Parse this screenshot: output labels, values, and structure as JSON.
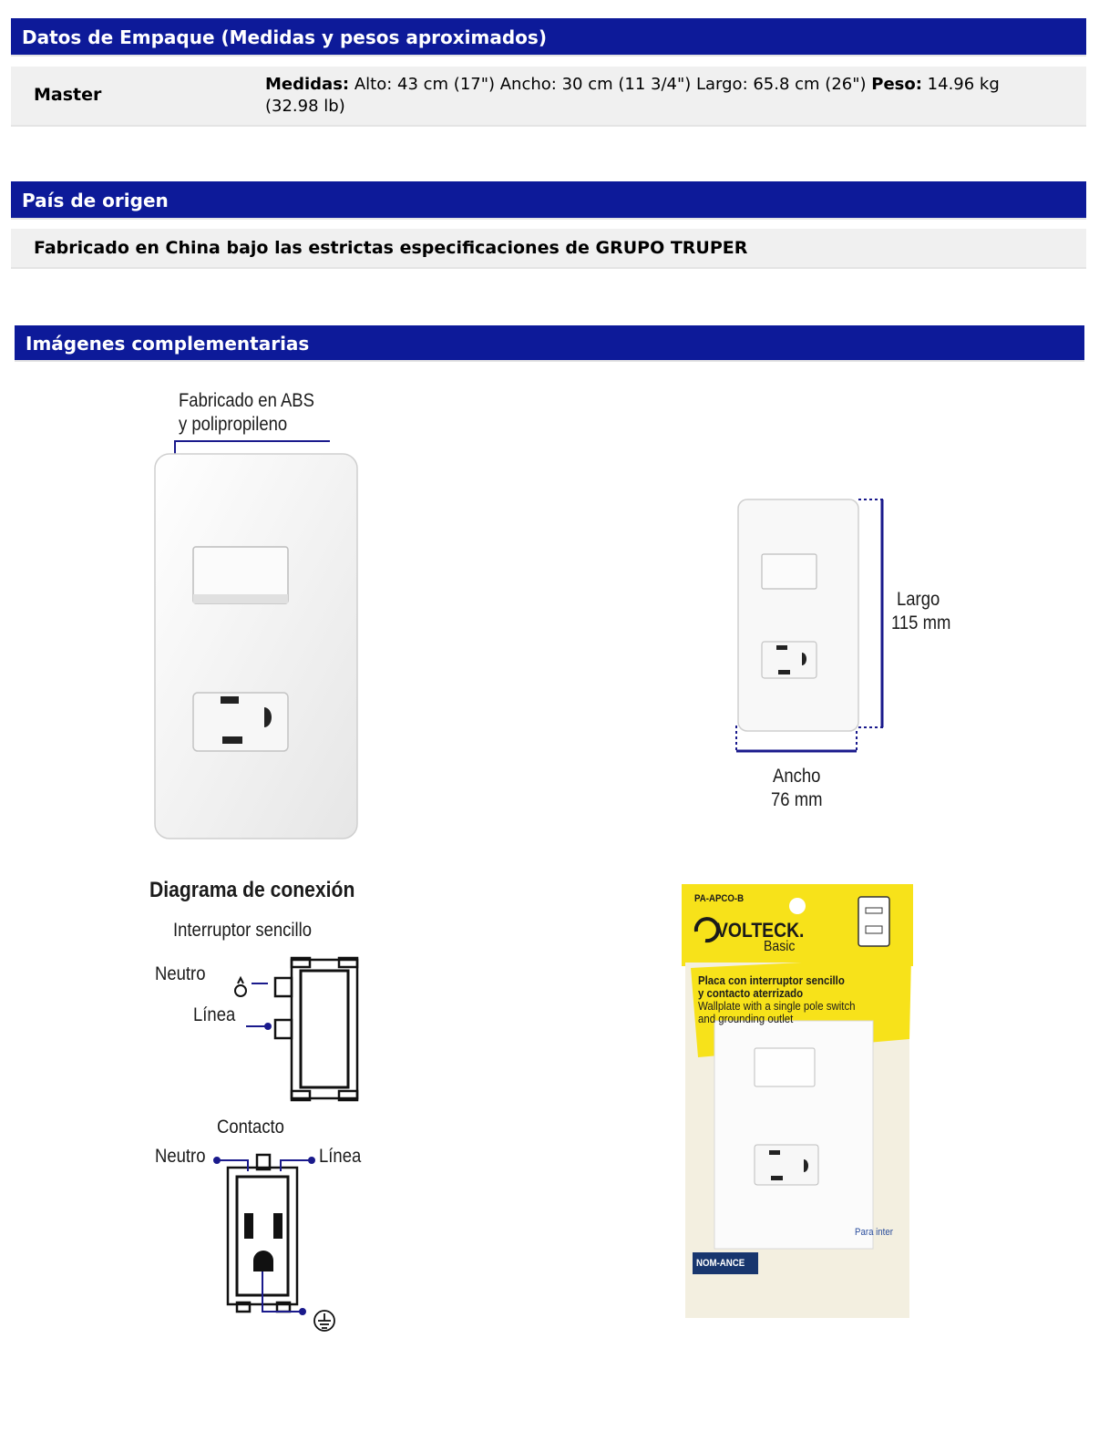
{
  "sections": {
    "packaging": {
      "title": "Datos de Empaque (Medidas y pesos aproximados)",
      "row_label": "Master",
      "medidas_label": "Medidas:",
      "medidas_value": " Alto: 43 cm (17\") Ancho: 30 cm (11 3/4\") Largo: 65.8 cm (26\") ",
      "peso_label": "Peso:",
      "peso_value": " 14.96 kg",
      "peso_value2": "(32.98 lb)"
    },
    "origin": {
      "title": "País de origen",
      "text": "Fabricado en China bajo las estrictas especificaciones de GRUPO TRUPER"
    },
    "images": {
      "title": "Imágenes complementarias"
    }
  },
  "figures": {
    "material": {
      "line1": "Fabricado en ABS",
      "line2": "y polipropileno"
    },
    "dimensions": {
      "largo_label": "Largo",
      "largo_value": "115 mm",
      "ancho_label": "Ancho",
      "ancho_value": "76 mm"
    },
    "diagram": {
      "title": "Diagrama de conexión",
      "switch_title": "Interruptor sencillo",
      "neutro": "Neutro",
      "linea": "Línea",
      "contact_title": "Contacto",
      "neutro2": "Neutro",
      "linea2": "Línea"
    },
    "package": {
      "code": "PA-APCO-B",
      "brand": "VOLTECK.",
      "sub": "Basic",
      "desc1": "Placa con interruptor sencillo",
      "desc2": "y contacto aterrizado",
      "desc3": "Wallplate with a single pole switch",
      "desc4": "and grounding outlet",
      "nom": "NOM-ANCE",
      "side": "Para inter"
    }
  },
  "colors": {
    "header_bg": "#0d1a99",
    "row_bg": "#f0f0f0",
    "accent_line": "#1a1a8c",
    "package_yellow": "#f7e21a"
  }
}
